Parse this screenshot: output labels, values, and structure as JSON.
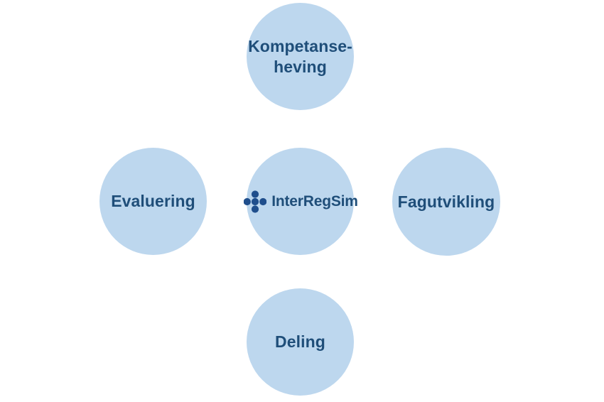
{
  "diagram": {
    "type": "cluster-circles",
    "title": "",
    "background_color": "#FFFFFF",
    "circle_fill": "#BDD7EE",
    "text_color": "#1F4E79",
    "nodes": [
      {
        "id": "top",
        "position": "top",
        "label": "Kompetanse-\nheving"
      },
      {
        "id": "left",
        "position": "left",
        "label": "Evaluering"
      },
      {
        "id": "center",
        "position": "center",
        "label": "InterRegSim",
        "logo_icon": "five-dot-plus-icon"
      },
      {
        "id": "right",
        "position": "right",
        "label": "Fagutvikling"
      },
      {
        "id": "bottom",
        "position": "bottom",
        "label": "Deling"
      }
    ]
  }
}
